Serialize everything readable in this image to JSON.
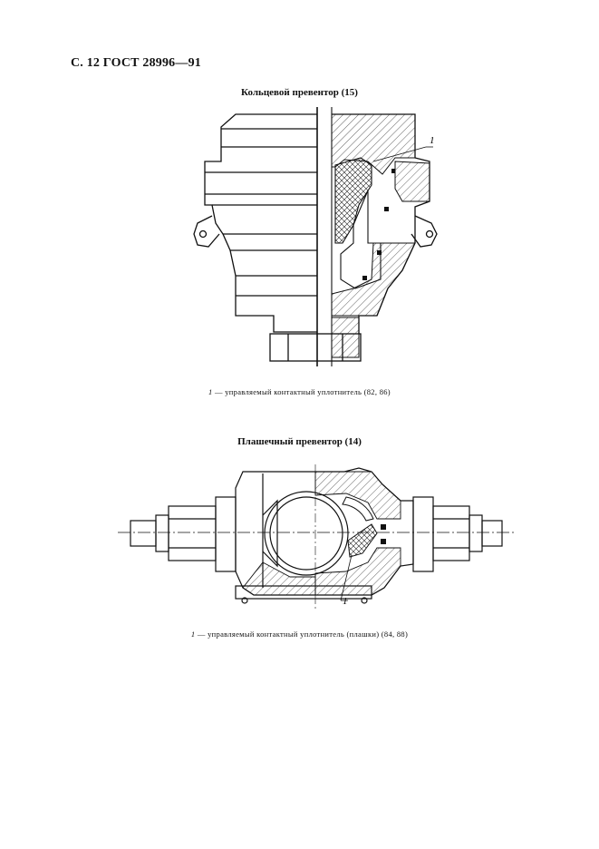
{
  "header": "С. 12 ГОСТ 28996—91",
  "figure1": {
    "title": "Кольцевой превентор (15)",
    "callout": "1",
    "caption_num": "1",
    "caption_text": " — управляемый контактный уплотнитель (82, 86)"
  },
  "figure2": {
    "title": "Плашечный превентор (14)",
    "callout": "1",
    "caption_num": "1",
    "caption_text": " — управляемый контактный уплотнитель (плашки) (84, 88)"
  }
}
